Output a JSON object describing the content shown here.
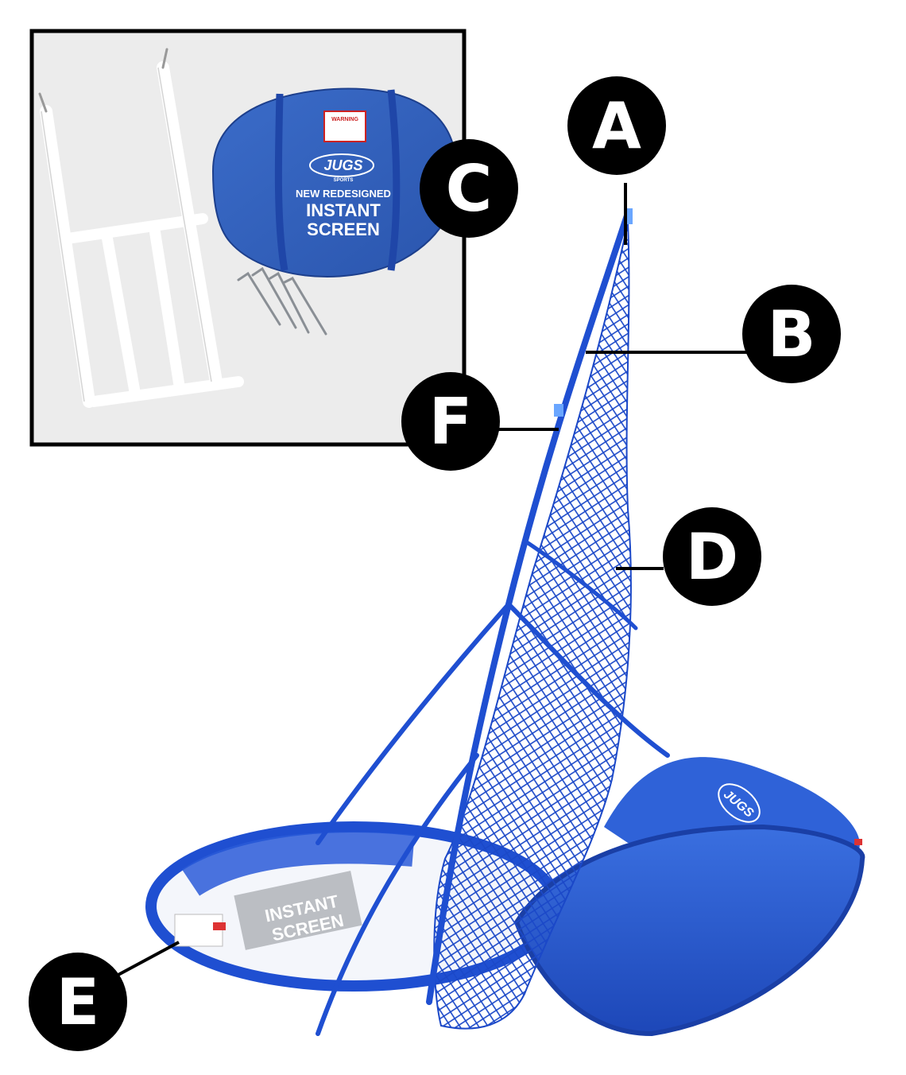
{
  "figure": {
    "accent_color": "#1f4fd1",
    "net_color": "#1b48c8",
    "frame_border_color": "#000000",
    "inset_background": "#e9e9e9",
    "bag_color": "#2f5db8"
  },
  "callouts": [
    {
      "id": "A",
      "label": "A"
    },
    {
      "id": "B",
      "label": "B"
    },
    {
      "id": "C",
      "label": "C"
    },
    {
      "id": "D",
      "label": "D"
    },
    {
      "id": "E",
      "label": "E"
    },
    {
      "id": "F",
      "label": "F"
    }
  ],
  "bag": {
    "warning_label": "WARNING",
    "brand": "JUGS",
    "brand_sub": "SPORTS",
    "line1": "NEW REDESIGNED",
    "line2": "INSTANT",
    "line3": "SCREEN"
  },
  "base_print": {
    "brand": "JUGS",
    "line1": "INSTANT",
    "line2": "SCREEN"
  }
}
